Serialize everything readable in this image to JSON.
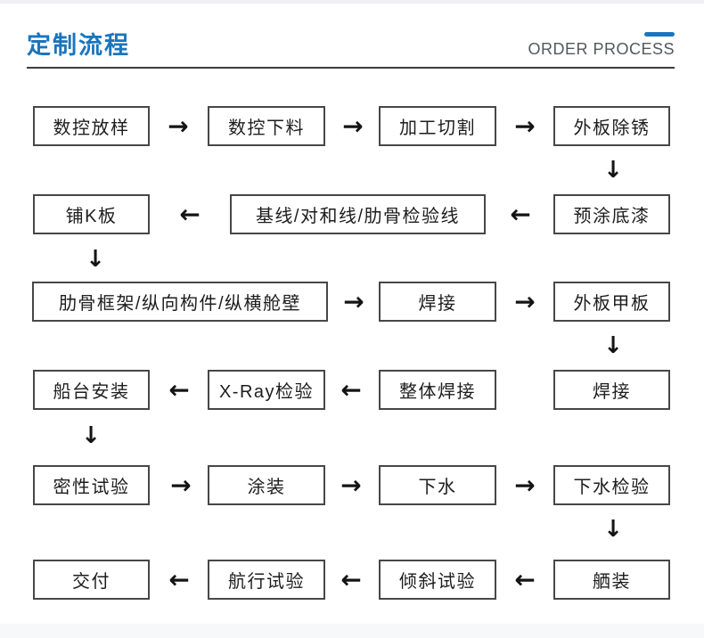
{
  "header": {
    "title": "定制流程",
    "subtitle": "ORDER PROCESS"
  },
  "colors": {
    "accent_blue": "#1b75bc",
    "subtitle_gray": "#54585e",
    "box_border": "#474747",
    "arrow_black": "#141414"
  },
  "icons": {
    "arrow_right": "→",
    "arrow_left": "←",
    "arrow_down": "↓"
  },
  "flow": {
    "rows": [
      {
        "boxes": [
          "数控放样",
          "数控下料",
          "加工切割",
          "外板除锈"
        ]
      },
      {
        "boxes": [
          "铺K板",
          "基线/对和线/肋骨检验线",
          "预涂底漆"
        ]
      },
      {
        "boxes": [
          "肋骨框架/纵向构件/纵横舱壁",
          "焊接",
          "外板甲板"
        ]
      },
      {
        "boxes": [
          "船台安装",
          "X-Ray检验",
          "整体焊接",
          "焊接"
        ]
      },
      {
        "boxes": [
          "密性试验",
          "涂装",
          "下水",
          "下水检验"
        ]
      },
      {
        "boxes": [
          "交付",
          "航行试验",
          "倾斜试验",
          "舾装"
        ]
      }
    ]
  }
}
